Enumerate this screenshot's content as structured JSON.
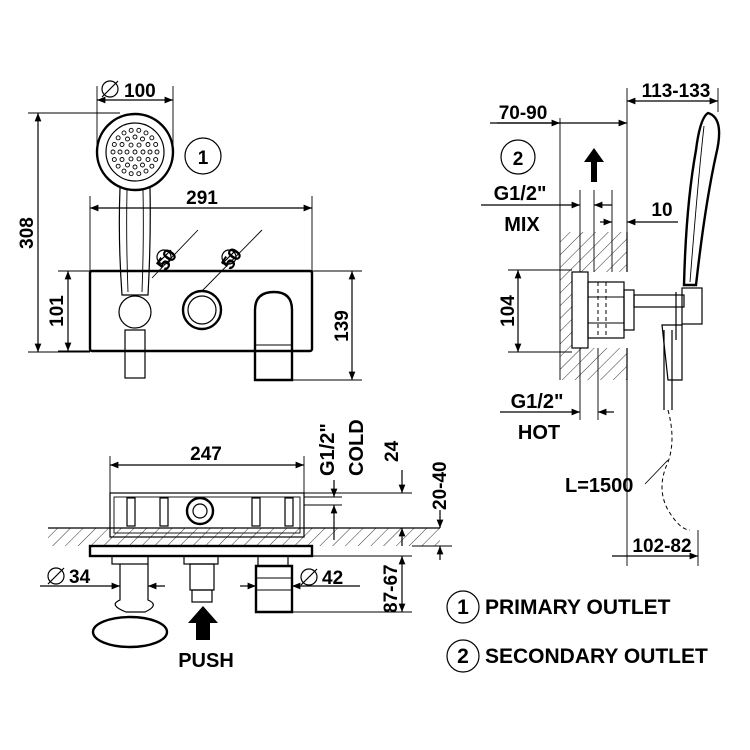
{
  "views": {
    "front": {
      "handshower_diameter": "100",
      "total_height": "308",
      "body_width": "291",
      "knob_left_diameter": "50",
      "knob_right_diameter": "50",
      "body_height_left": "101",
      "body_height_right": "139",
      "callout": "1"
    },
    "side": {
      "top_offset": "113-133",
      "outlet_offset": "70-90",
      "callout": "2",
      "mix_thread": "G1/2\"",
      "mix_label": "MIX",
      "depth_small": "10",
      "body_height": "104",
      "hot_thread": "G1/2\"",
      "hot_label": "HOT",
      "hose_length": "L=1500",
      "bottom_offset": "102-82"
    },
    "top": {
      "body_width": "247",
      "cold_thread": "G1/2\"",
      "cold_label": "COLD",
      "dim_24": "24",
      "dim_20_40": "20-40",
      "dim_34": "34",
      "dim_42": "42",
      "dim_87_67": "87-67",
      "push_label": "PUSH",
      "diameter_symbol": "Ø"
    }
  },
  "legend": [
    {
      "number": "1",
      "text": "PRIMARY OUTLET"
    },
    {
      "number": "2",
      "text": "SECONDARY OUTLET"
    }
  ]
}
